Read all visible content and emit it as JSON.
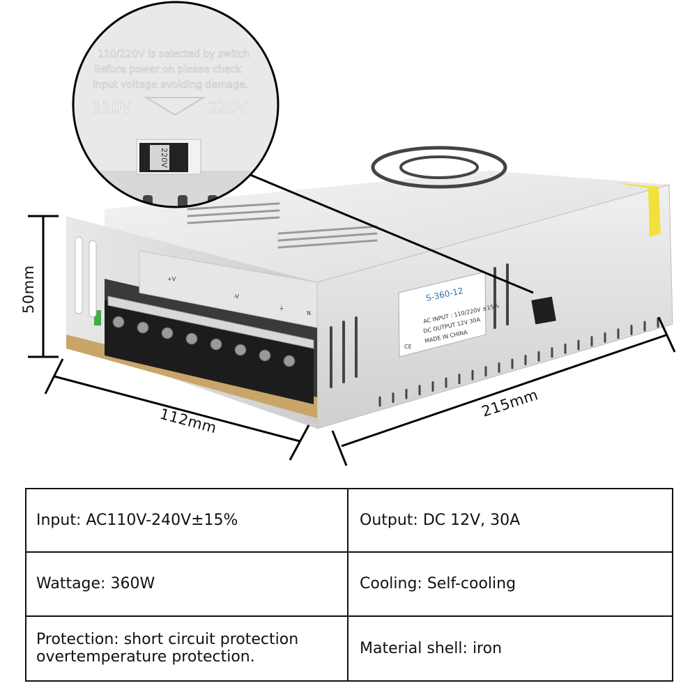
{
  "product": {
    "model_label": "S-360-12",
    "label_lines": [
      "AC INPUT   : 110/220V ±15%",
      "DC OUTPUT  12V   30A",
      "MADE IN CHINA"
    ],
    "ce_mark": "CE",
    "terminal_marks": [
      "+V",
      "-V",
      "⏚",
      "N"
    ],
    "zoom_warning": [
      "110/220V is selected by switch",
      "Before power on please check",
      "input voltage avoiding damage."
    ],
    "zoom_voltages": [
      "110V",
      "220V"
    ],
    "switch_text": "220V"
  },
  "dimensions": {
    "height": "50mm",
    "width": "112mm",
    "length": "215mm"
  },
  "specs": [
    {
      "left": "Input: AC110V-240V±15%",
      "right": "Output: DC 12V, 30A"
    },
    {
      "left": "Wattage: 360W",
      "right": "Cooling: Self-cooling"
    },
    {
      "left_lines": [
        "Protection: short circuit protection",
        "overtemperature protection."
      ],
      "right": "Material shell: iron"
    }
  ]
}
